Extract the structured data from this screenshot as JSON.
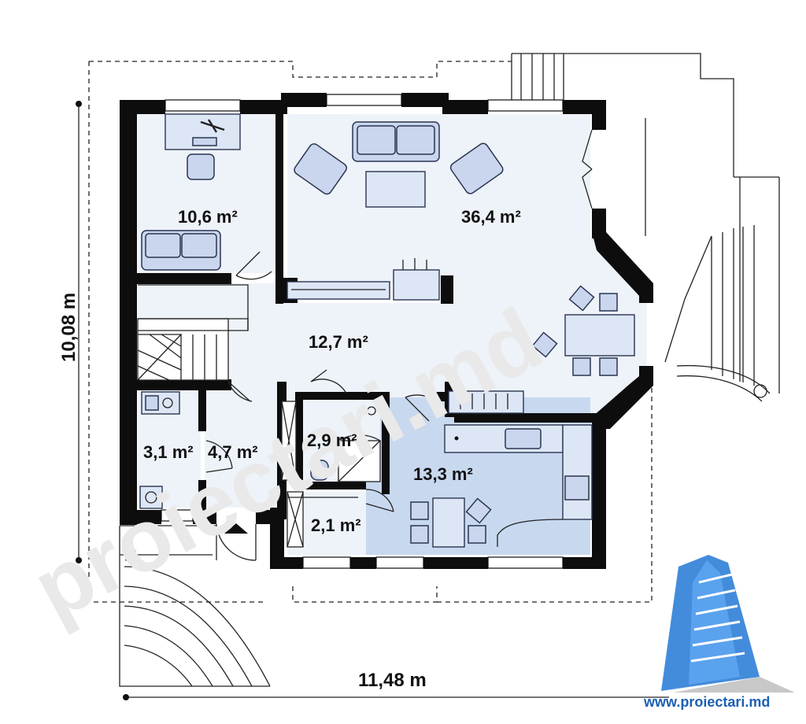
{
  "plan": {
    "rooms": [
      {
        "id": "study",
        "area": "10,6 m²"
      },
      {
        "id": "living",
        "area": "36,4 m²"
      },
      {
        "id": "hall",
        "area": "12,7 m²"
      },
      {
        "id": "boiler",
        "area": "3,1 m²"
      },
      {
        "id": "entrance",
        "area": "4,7 m²"
      },
      {
        "id": "bathroom",
        "area": "2,9 m²"
      },
      {
        "id": "storage",
        "area": "2,1 m²"
      },
      {
        "id": "kitchen",
        "area": "13,3 m²"
      }
    ],
    "dimensions": {
      "height": "10,08 m",
      "width": "11,48 m"
    }
  },
  "branding": {
    "watermark": "proiectari.md",
    "website": "www.proiectari.md",
    "logo_color": "#2f7fd8",
    "accent_color": "#1b5fb3"
  },
  "colors": {
    "floor": "#eef2f9",
    "kitchen_floor": "#c8d8ef",
    "furniture": "#c9d6ee",
    "wall": "#0d0d0d"
  }
}
